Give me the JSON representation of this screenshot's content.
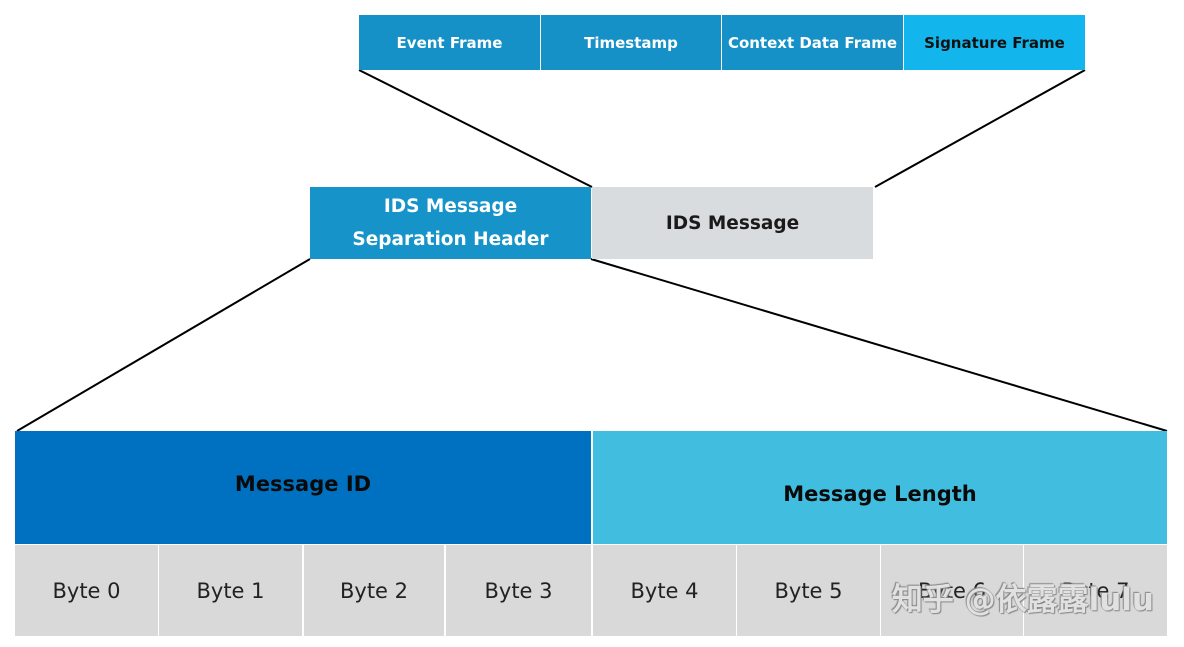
{
  "top_frames": [
    {
      "label": "Event Frame"
    },
    {
      "label": "Timestamp"
    },
    {
      "label": "Context Data Frame"
    },
    {
      "label": "Signature Frame"
    }
  ],
  "middle": {
    "header_line1": "IDS Message",
    "header_line2": "Separation Header",
    "message": "IDS Message"
  },
  "fields": {
    "message_id": "Message ID",
    "message_length": "Message Length"
  },
  "bytes": [
    "Byte 0",
    "Byte 1",
    "Byte 2",
    "Byte 3",
    "Byte 4",
    "Byte 5",
    "Byte 6",
    "Byte 7"
  ],
  "watermark": "知乎 @依露露lulu",
  "colors": {
    "frame": "#1591c8",
    "signature_frame": "#12b6ec",
    "separation_header": "#1694c9",
    "ids_message": "#d9dcdf",
    "message_id": "#0070c0",
    "message_length": "#41bde0",
    "byte": "#d9d9d9"
  }
}
